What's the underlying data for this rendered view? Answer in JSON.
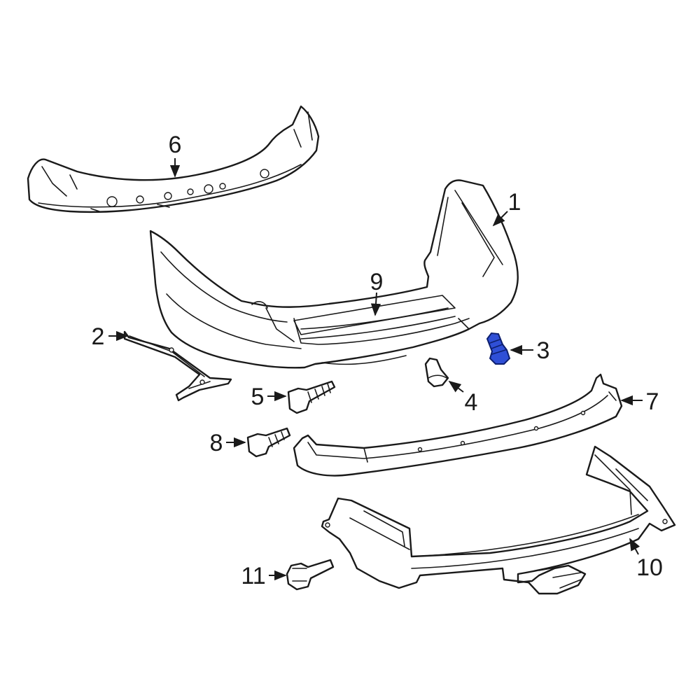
{
  "callouts": {
    "c1": "1",
    "c2": "2",
    "c3": "3",
    "c4": "4",
    "c5": "5",
    "c6": "6",
    "c7": "7",
    "c8": "8",
    "c9": "9",
    "c10": "10",
    "c11": "11"
  },
  "highlighted_part": "3",
  "colors": {
    "line": "#1a1a1a",
    "highlight": "#2f4fd6",
    "background": "#ffffff"
  }
}
